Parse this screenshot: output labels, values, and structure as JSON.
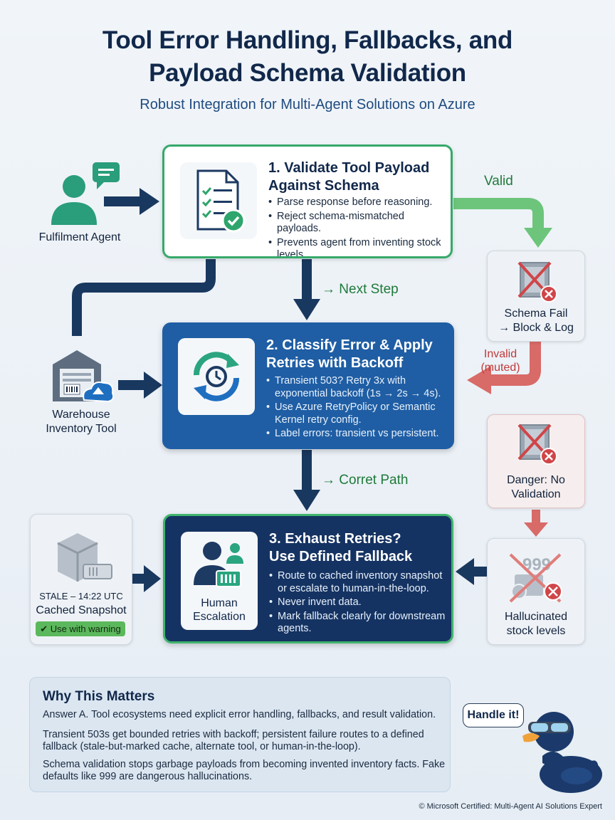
{
  "header": {
    "title_line1": "Tool Error Handling, Fallbacks, and",
    "title_line2": "Payload Schema Validation",
    "subtitle": "Robust Integration for Multi-Agent Solutions on Azure"
  },
  "actors": {
    "fulfilment_agent": "Fulfilment Agent",
    "warehouse_line1": "Warehouse",
    "warehouse_line2": "Inventory Tool"
  },
  "steps": [
    {
      "title_line1": "1. Validate Tool Payload",
      "title_line2": "Against Schema",
      "bullets": [
        "Parse response before reasoning.",
        "Reject schema-mismatched payloads.",
        "Prevents agent from inventing stock levels."
      ]
    },
    {
      "title_line1": "2. Classify Error & Apply",
      "title_line2": "Retries with Backoff",
      "bullets": [
        "Transient 503? Retry 3x with exponential backoff (1s → 2s → 4s).",
        "Use Azure RetryPolicy or Semantic Kernel retry config.",
        "Label errors: transient vs persistent."
      ]
    },
    {
      "title_line1": "3. Exhaust Retries?",
      "title_line2": "Use Defined Fallback",
      "bullets": [
        "Route to cached inventory snapshot or escalate to human-in-the-loop.",
        "Never invent data.",
        "Mark fallback clearly for downstream agents."
      ],
      "icon_label_line1": "Human",
      "icon_label_line2": "Escalation"
    }
  ],
  "flow_labels": {
    "valid": "Valid",
    "next_step": "→ Next Step",
    "correct_path": "→ Corret Path",
    "invalid_line1": "Invalid",
    "invalid_line2": "(muted)"
  },
  "side_boxes": {
    "schema_fail_line1": "Schema Fail",
    "schema_fail_line2": "→ Block & Log",
    "danger_line1": "Danger: No",
    "danger_line2": "Validation",
    "hallucinated_number": "999",
    "hallucinated_line1": "Hallucinated",
    "hallucinated_line2": "stock levels",
    "stale_stamp": "STALE – 14:22 UTC",
    "cached_snapshot": "Cached Snapshot",
    "use_with_warning": "Use with warning"
  },
  "why": {
    "heading": "Why This Matters",
    "p1": "Answer A. Tool ecosystems need explicit error handling, fallbacks, and result validation.",
    "p2": "Transient 503s get bounded retries with backoff; persistent failure routes to a defined fallback (stale-but-marked cache, alternate tool, or human-in-the-loop).",
    "p3": "Schema validation stops garbage payloads from becoming invented inventory facts. Fake defaults like 999 are dangerous hallucinations."
  },
  "mascot": {
    "bubble": "Handle it!"
  },
  "footer": "© Microsoft Certified: Multi-Agent AI Solutions Expert",
  "colors": {
    "navy": "#11284b",
    "blue_card": "#1f5ea4",
    "dark_card": "#153362",
    "green": "#36a96b",
    "red": "#d0504f"
  }
}
